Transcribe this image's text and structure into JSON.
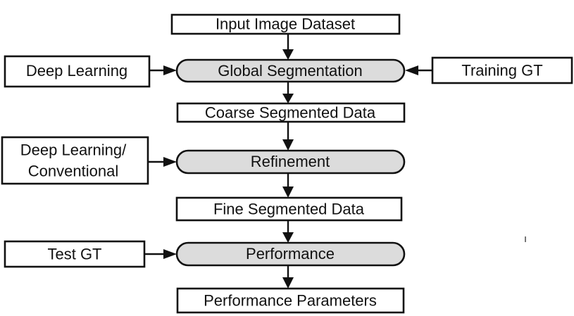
{
  "diagram": {
    "colors": {
      "process_fill": "#dcdcdc",
      "data_fill": "#ffffff",
      "stroke": "#111111"
    },
    "nodes": {
      "input": {
        "label": "Input Image Dataset",
        "shape": "rectangle"
      },
      "global_seg": {
        "label": "Global Segmentation",
        "shape": "rounded-process"
      },
      "deep_learning": {
        "label": "Deep Learning",
        "shape": "rectangle"
      },
      "training_gt": {
        "label": "Training GT",
        "shape": "rectangle"
      },
      "coarse": {
        "label": "Coarse Segmented Data",
        "shape": "rectangle"
      },
      "refinement": {
        "label": "Refinement",
        "shape": "rounded-process"
      },
      "dl_conv": {
        "lines": [
          "Deep Learning/",
          "Conventional"
        ],
        "shape": "rectangle"
      },
      "fine": {
        "label": "Fine Segmented Data",
        "shape": "rectangle"
      },
      "performance": {
        "label": "Performance",
        "shape": "rounded-process"
      },
      "test_gt": {
        "label": "Test GT",
        "shape": "rectangle"
      },
      "perf_params": {
        "label": "Performance Parameters",
        "shape": "rectangle"
      }
    },
    "edges": [
      {
        "from": "input",
        "to": "global_seg"
      },
      {
        "from": "deep_learning",
        "to": "global_seg"
      },
      {
        "from": "training_gt",
        "to": "global_seg"
      },
      {
        "from": "global_seg",
        "to": "coarse"
      },
      {
        "from": "coarse",
        "to": "refinement"
      },
      {
        "from": "dl_conv",
        "to": "refinement"
      },
      {
        "from": "refinement",
        "to": "fine"
      },
      {
        "from": "fine",
        "to": "performance"
      },
      {
        "from": "test_gt",
        "to": "performance"
      },
      {
        "from": "performance",
        "to": "perf_params"
      }
    ]
  }
}
